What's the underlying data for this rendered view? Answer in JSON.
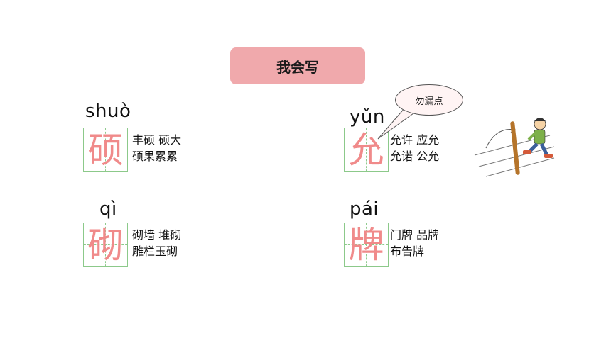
{
  "header": {
    "title": "我会写"
  },
  "items": [
    {
      "pinyin": "shuò",
      "char": "硕",
      "words": [
        "丰硕  硕大",
        "硕果累累"
      ]
    },
    {
      "pinyin": "yǔn",
      "char": "允",
      "words": [
        "允许  应允",
        "允诺  公允"
      ]
    },
    {
      "pinyin": "qì",
      "char": "砌",
      "words": [
        "砌墙  堆砌",
        "雕栏玉砌"
      ]
    },
    {
      "pinyin": "pái",
      "char": "牌",
      "words": [
        "门牌  品牌",
        "布告牌"
      ]
    }
  ],
  "callout": {
    "text": "勿漏点"
  },
  "colors": {
    "title_bg": "#f0a9ac",
    "grid_line": "#8cc98a",
    "char_color": "#f08a8a"
  },
  "icons": {
    "illustration": "boy-crossing-pole-illustration"
  }
}
